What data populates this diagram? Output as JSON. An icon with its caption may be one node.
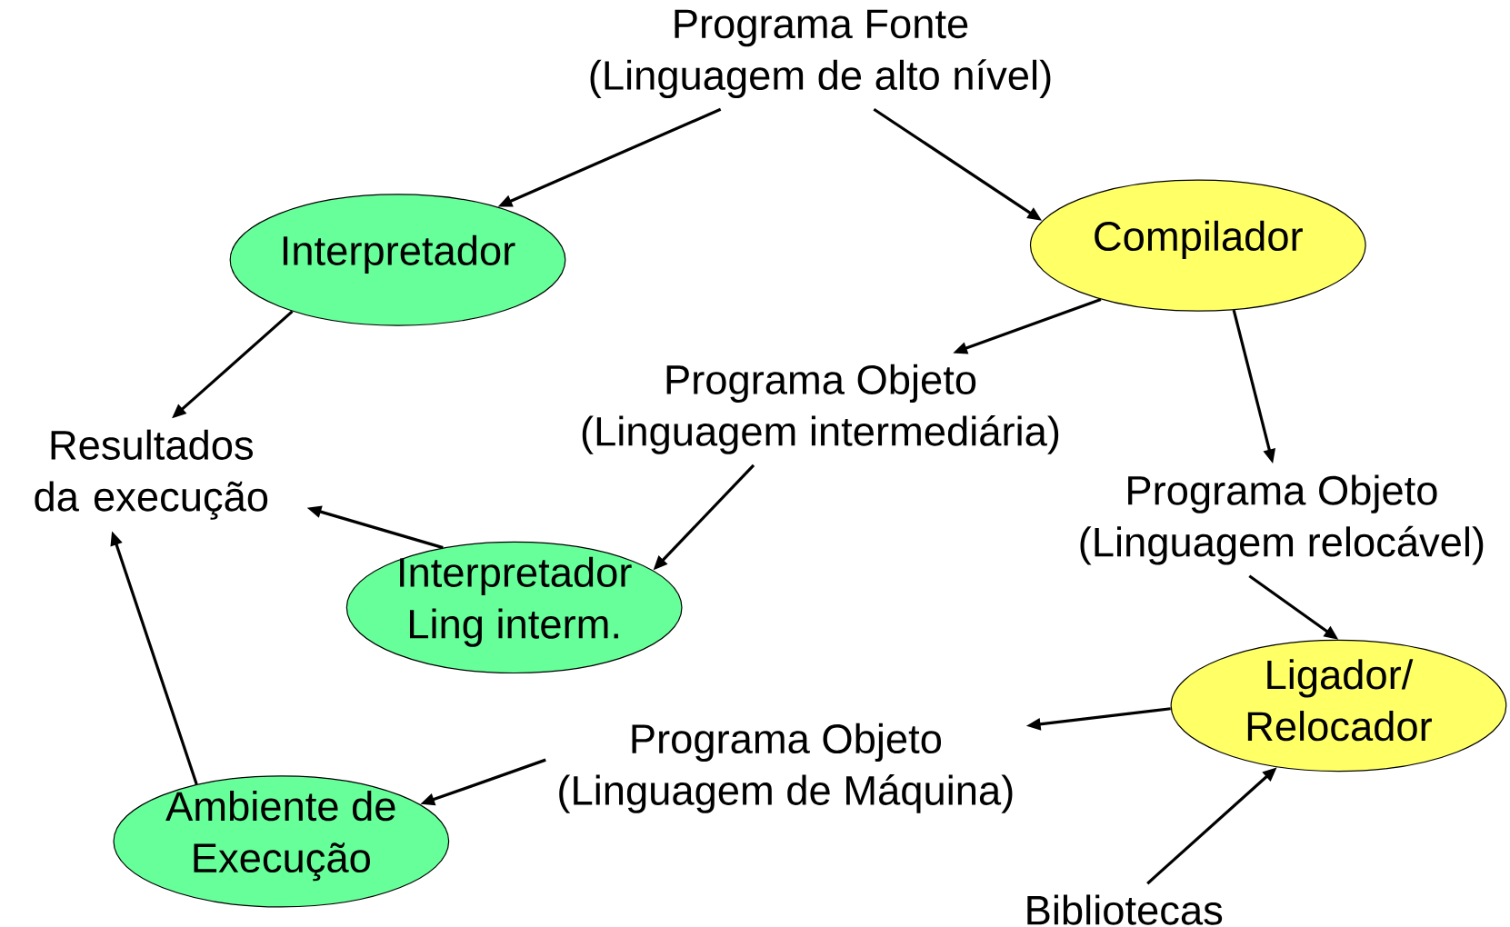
{
  "diagram": {
    "nodes": [
      {
        "text": [
          "Programa Fonte",
          "(Linguagem de alto nível)"
        ]
      },
      {
        "text": [
          "Interpretador"
        ]
      },
      {
        "text": [
          "Compilador"
        ]
      },
      {
        "text": [
          "Programa Objeto",
          "(Linguagem intermediária)"
        ]
      },
      {
        "text": [
          "Resultados da execução"
        ]
      },
      {
        "text": [
          "Programa Objeto",
          "(Linguagem relocável)"
        ]
      },
      {
        "text": [
          "Interpretador Ling interm."
        ]
      },
      {
        "text": [
          "Ligador/ Relocador"
        ]
      },
      {
        "text": [
          "Programa Objeto",
          "(Linguagem de Máquina)"
        ]
      },
      {
        "text": [
          "Ambiente de Execução"
        ]
      },
      {
        "text": [
          "Bibliotecas"
        ]
      }
    ],
    "edges": [
      {
        "from": 0,
        "to": 1,
        "arrow": "to"
      },
      {
        "from": 0,
        "to": 2,
        "arrow": "to"
      },
      {
        "from": 2,
        "to": 3,
        "arrow": "to"
      },
      {
        "from": 2,
        "to": 5,
        "arrow": "to"
      },
      {
        "from": 1,
        "to": 4,
        "arrow": "to"
      },
      {
        "from": 3,
        "to": 6,
        "arrow": "to"
      },
      {
        "from": 6,
        "to": 4,
        "arrow": "to"
      },
      {
        "from": 5,
        "to": 7,
        "arrow": "to"
      },
      {
        "from": 7,
        "to": 8,
        "arrow": "to"
      },
      {
        "from": 8,
        "to": 9,
        "arrow": "to"
      },
      {
        "from": 9,
        "to": 4,
        "arrow": "to"
      },
      {
        "from": 10,
        "to": 7,
        "arrow": "to"
      }
    ]
  }
}
